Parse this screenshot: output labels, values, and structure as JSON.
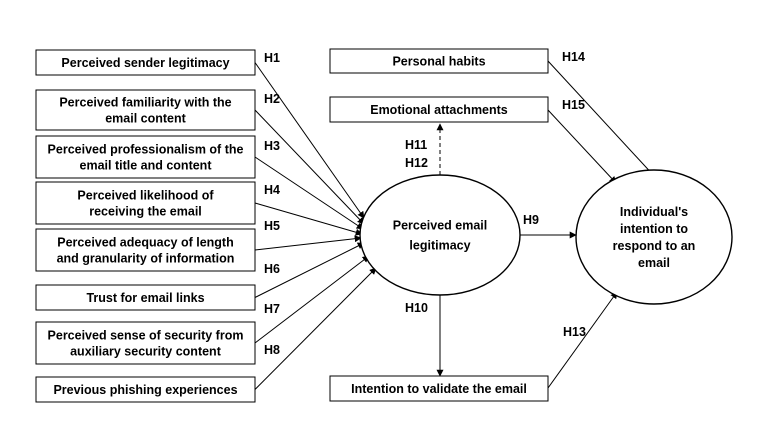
{
  "antecedents": [
    {
      "lines": [
        "Perceived  sender  legitimacy"
      ],
      "hypothesis": "H1"
    },
    {
      "lines": [
        "Perceived  familiarity with the",
        "email content"
      ],
      "hypothesis": "H2"
    },
    {
      "lines": [
        "Perceived  professionalism  of the",
        "email  title and content"
      ],
      "hypothesis": "H3"
    },
    {
      "lines": [
        "Perceived  likelihood of",
        "receiving the email"
      ],
      "hypothesis": "H4"
    },
    {
      "lines": [
        "Perceived adequacy  of  length",
        "and  granularity of information"
      ],
      "hypothesis": "H5"
    },
    {
      "lines": [
        "Trust for email links"
      ],
      "hypothesis": "H6"
    },
    {
      "lines": [
        "Perceived sense of  security from",
        "auxiliary security content"
      ],
      "hypothesis": "H7"
    },
    {
      "lines": [
        "Previous phishing  experiences"
      ],
      "hypothesis": "H8"
    }
  ],
  "central": {
    "lines": [
      "Perceived email",
      "legitimacy"
    ]
  },
  "outcome": {
    "lines": [
      "Individual's",
      "intention to",
      "respond to an",
      "email"
    ]
  },
  "personal_habits": {
    "lines": [
      "Personal habits"
    ],
    "hypothesis": "H14"
  },
  "emotional_attachments": {
    "lines": [
      "Emotional attachments"
    ],
    "hypothesis": "H15"
  },
  "validate": {
    "lines": [
      "Intention to validate the email"
    ],
    "hypothesis": "H13"
  },
  "moderation_hypotheses": [
    "H11",
    "H12"
  ],
  "central_to_outcome": "H9",
  "central_to_validate": "H10"
}
